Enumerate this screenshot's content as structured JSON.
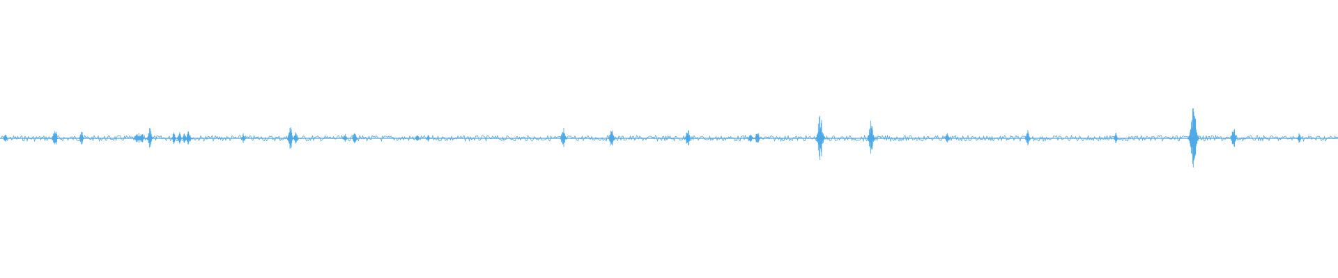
{
  "chart_data": {
    "type": "line",
    "title": "",
    "xlabel": "",
    "ylabel": "",
    "xlim": [
      0,
      1
    ],
    "ylim": [
      -1,
      1
    ],
    "grid": false,
    "legend": "none",
    "color": "#4ba8e8",
    "baseline_amplitude": 0.01,
    "series": [
      {
        "values_note_free": true,
        "events": [
          {
            "t": 0.004,
            "amp": 0.04
          },
          {
            "t": 0.041,
            "amp": 0.09
          },
          {
            "t": 0.061,
            "amp": 0.06
          },
          {
            "t": 0.102,
            "amp": 0.05
          },
          {
            "t": 0.104,
            "amp": 0.04
          },
          {
            "t": 0.106,
            "amp": 0.05
          },
          {
            "t": 0.112,
            "amp": 0.08
          },
          {
            "t": 0.13,
            "amp": 0.05
          },
          {
            "t": 0.134,
            "amp": 0.05
          },
          {
            "t": 0.138,
            "amp": 0.04
          },
          {
            "t": 0.141,
            "amp": 0.06
          },
          {
            "t": 0.182,
            "amp": 0.04
          },
          {
            "t": 0.217,
            "amp": 0.09
          },
          {
            "t": 0.221,
            "amp": 0.06
          },
          {
            "t": 0.258,
            "amp": 0.04
          },
          {
            "t": 0.265,
            "amp": 0.05
          },
          {
            "t": 0.312,
            "amp": 0.03
          },
          {
            "t": 0.32,
            "amp": 0.03
          },
          {
            "t": 0.421,
            "amp": 0.09
          },
          {
            "t": 0.457,
            "amp": 0.09
          },
          {
            "t": 0.514,
            "amp": 0.08
          },
          {
            "t": 0.561,
            "amp": 0.04
          },
          {
            "t": 0.566,
            "amp": 0.06
          },
          {
            "t": 0.613,
            "amp": 0.18
          },
          {
            "t": 0.651,
            "amp": 0.13
          },
          {
            "t": 0.708,
            "amp": 0.04
          },
          {
            "t": 0.768,
            "amp": 0.06
          },
          {
            "t": 0.834,
            "amp": 0.04
          },
          {
            "t": 0.892,
            "amp": 0.24
          },
          {
            "t": 0.922,
            "amp": 0.09
          },
          {
            "t": 0.971,
            "amp": 0.04
          }
        ]
      }
    ]
  }
}
